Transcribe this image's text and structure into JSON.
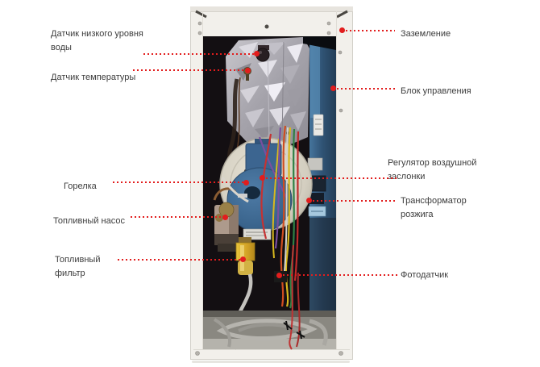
{
  "diagram": {
    "subject": "boiler-internal-components",
    "accent_color": "#e21d1d",
    "text_color": "#3c3c3c",
    "callouts_left": [
      {
        "id": "low-water-sensor",
        "label": "Датчик низкого уровня воды"
      },
      {
        "id": "temperature-sensor",
        "label": "Датчик температуры"
      },
      {
        "id": "burner",
        "label": "Горелка"
      },
      {
        "id": "fuel-pump",
        "label": "Топливный насос"
      },
      {
        "id": "fuel-filter",
        "label": "Топливный фильтр"
      }
    ],
    "callouts_right": [
      {
        "id": "grounding",
        "label": "Заземление"
      },
      {
        "id": "control-unit",
        "label": "Блок управления"
      },
      {
        "id": "air-damper-regulator",
        "label": "Регулятор воздушной заслонки"
      },
      {
        "id": "ignition-transformer",
        "label": "Трансформатор розжига"
      },
      {
        "id": "photo-sensor",
        "label": "Фотодатчик"
      }
    ]
  }
}
